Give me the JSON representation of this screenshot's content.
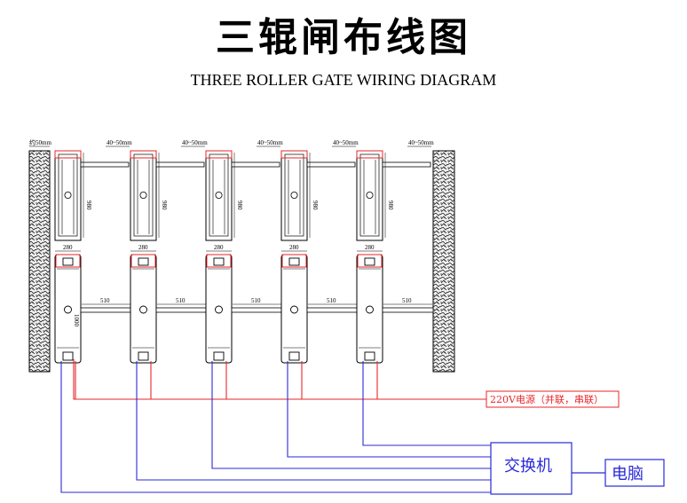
{
  "title": "三辊闸布线图",
  "subtitle": "THREE ROLLER GATE WIRING DIAGRAM",
  "dimensions": {
    "wall_width": "约50mm",
    "arm_gap": "40~50mm",
    "length": "980",
    "width": "280",
    "spacing": "510",
    "height": "1000"
  },
  "labels": {
    "power": "220V电源（并联，串联）",
    "switch": "交换机",
    "computer": "电脑"
  },
  "colors": {
    "power_line": "#e8262a",
    "network_line": "#2a2ad8",
    "outline": "#000000"
  }
}
